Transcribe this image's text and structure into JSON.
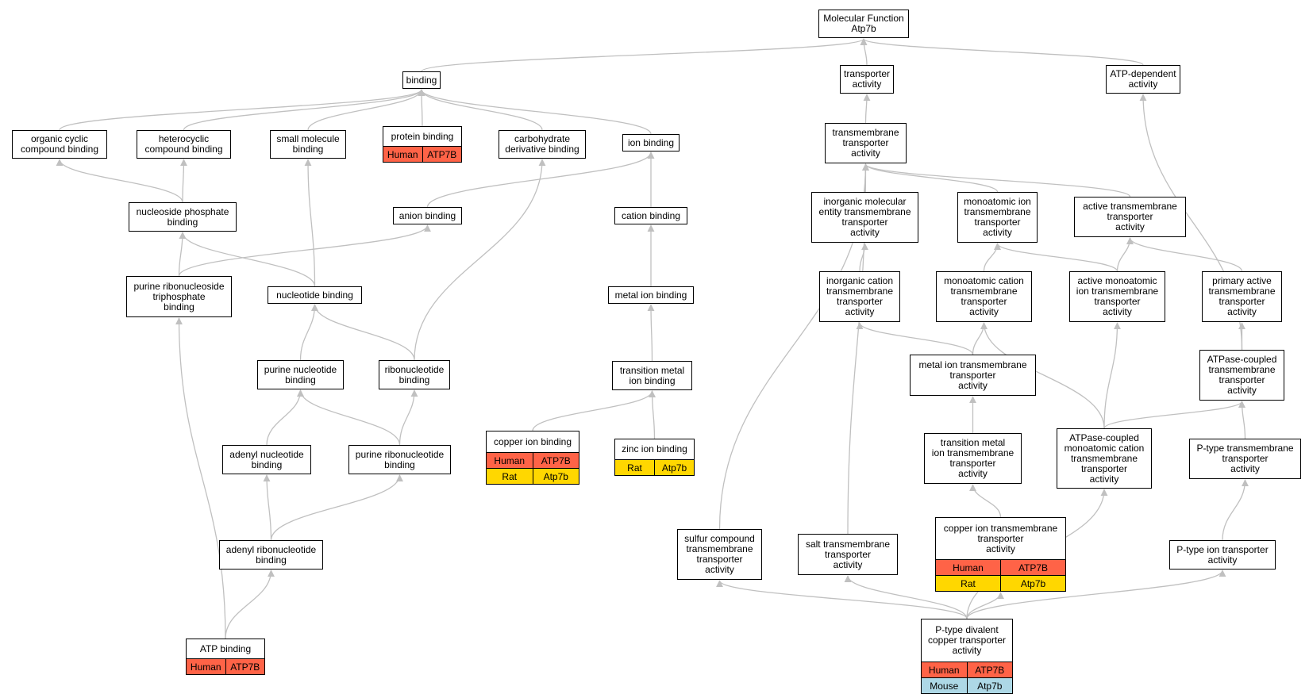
{
  "colors": {
    "edge": "#c0c0c0",
    "human": "#ff6347",
    "rat": "#ffd700",
    "mouse": "#add8e6"
  },
  "nodes": [
    {
      "id": "mf",
      "label": "Molecular Function\nAtp7b"
    },
    {
      "id": "binding",
      "label": "binding"
    },
    {
      "id": "transporter",
      "label": "transporter\nactivity"
    },
    {
      "id": "atpdep",
      "label": "ATP-dependent\nactivity"
    },
    {
      "id": "orgcyc",
      "label": "organic cyclic\ncompound binding"
    },
    {
      "id": "hetcyc",
      "label": "heterocyclic\ncompound binding"
    },
    {
      "id": "smallmol",
      "label": "small molecule\nbinding"
    },
    {
      "id": "protbind",
      "label": "protein binding",
      "rows": [
        [
          {
            "t": "Human",
            "c": "human"
          },
          {
            "t": "ATP7B",
            "c": "human"
          }
        ]
      ]
    },
    {
      "id": "carbo",
      "label": "carbohydrate\nderivative binding"
    },
    {
      "id": "ionbind",
      "label": "ion binding"
    },
    {
      "id": "tmtrans",
      "label": "transmembrane\ntransporter\nactivity"
    },
    {
      "id": "nucphos",
      "label": "nucleoside phosphate\nbinding"
    },
    {
      "id": "anion",
      "label": "anion binding"
    },
    {
      "id": "cation",
      "label": "cation binding"
    },
    {
      "id": "inorgmol",
      "label": "inorganic molecular\nentity transmembrane\ntransporter\nactivity"
    },
    {
      "id": "monoion",
      "label": "monoatomic ion\ntransmembrane\ntransporter\nactivity"
    },
    {
      "id": "activetm",
      "label": "active transmembrane\ntransporter\nactivity"
    },
    {
      "id": "purribotri",
      "label": "purine ribonucleoside\ntriphosphate\nbinding"
    },
    {
      "id": "nucbind",
      "label": "nucleotide binding"
    },
    {
      "id": "metalion",
      "label": "metal ion binding"
    },
    {
      "id": "inorgcat",
      "label": "inorganic cation\ntransmembrane\ntransporter\nactivity"
    },
    {
      "id": "monocat",
      "label": "monoatomic cation\ntransmembrane\ntransporter\nactivity"
    },
    {
      "id": "activemono",
      "label": "active monoatomic\nion transmembrane\ntransporter\nactivity"
    },
    {
      "id": "primact",
      "label": "primary active\ntransmembrane\ntransporter\nactivity"
    },
    {
      "id": "purnuc",
      "label": "purine nucleotide\nbinding"
    },
    {
      "id": "ribonuc",
      "label": "ribonucleotide\nbinding"
    },
    {
      "id": "transmetal",
      "label": "transition metal\nion binding"
    },
    {
      "id": "metaliontm",
      "label": "metal ion transmembrane\ntransporter\nactivity"
    },
    {
      "id": "atpasecoup",
      "label": "ATPase-coupled\ntransmembrane\ntransporter\nactivity"
    },
    {
      "id": "coppbind",
      "label": "copper ion binding",
      "rows": [
        [
          {
            "t": "Human",
            "c": "human"
          },
          {
            "t": "ATP7B",
            "c": "human"
          }
        ],
        [
          {
            "t": "Rat",
            "c": "rat"
          },
          {
            "t": "Atp7b",
            "c": "rat"
          }
        ]
      ]
    },
    {
      "id": "zincbind",
      "label": "zinc ion binding",
      "rows": [
        [
          {
            "t": "Rat",
            "c": "rat"
          },
          {
            "t": "Atp7b",
            "c": "rat"
          }
        ]
      ]
    },
    {
      "id": "adenylnuc",
      "label": "adenyl nucleotide\nbinding"
    },
    {
      "id": "purribonuc",
      "label": "purine ribonucleotide\nbinding"
    },
    {
      "id": "transmettm",
      "label": "transition metal\nion transmembrane\ntransporter\nactivity"
    },
    {
      "id": "atpmonocat",
      "label": "ATPase-coupled\nmonoatomic cation\ntransmembrane\ntransporter\nactivity"
    },
    {
      "id": "ptypetm",
      "label": "P-type transmembrane\ntransporter\nactivity"
    },
    {
      "id": "adenylribo",
      "label": "adenyl ribonucleotide\nbinding"
    },
    {
      "id": "sulfur",
      "label": "sulfur compound\ntransmembrane\ntransporter\nactivity"
    },
    {
      "id": "salt",
      "label": "salt transmembrane\ntransporter\nactivity"
    },
    {
      "id": "copptm",
      "label": "copper ion transmembrane\ntransporter\nactivity",
      "rows": [
        [
          {
            "t": "Human",
            "c": "human"
          },
          {
            "t": "ATP7B",
            "c": "human"
          }
        ],
        [
          {
            "t": "Rat",
            "c": "rat"
          },
          {
            "t": "Atp7b",
            "c": "rat"
          }
        ]
      ]
    },
    {
      "id": "ptypeion",
      "label": "P-type ion transporter\nactivity"
    },
    {
      "id": "atpbind",
      "label": "ATP binding",
      "rows": [
        [
          {
            "t": "Human",
            "c": "human"
          },
          {
            "t": "ATP7B",
            "c": "human"
          }
        ]
      ]
    },
    {
      "id": "ptypediv",
      "label": "P-type divalent\ncopper transporter\nactivity",
      "rows": [
        [
          {
            "t": "Human",
            "c": "human"
          },
          {
            "t": "ATP7B",
            "c": "human"
          }
        ],
        [
          {
            "t": "Mouse",
            "c": "mouse"
          },
          {
            "t": "Atp7b",
            "c": "mouse"
          }
        ]
      ]
    }
  ],
  "edges": [
    [
      "binding",
      "mf"
    ],
    [
      "transporter",
      "mf"
    ],
    [
      "atpdep",
      "mf"
    ],
    [
      "orgcyc",
      "binding"
    ],
    [
      "hetcyc",
      "binding"
    ],
    [
      "smallmol",
      "binding"
    ],
    [
      "protbind",
      "binding"
    ],
    [
      "carbo",
      "binding"
    ],
    [
      "ionbind",
      "binding"
    ],
    [
      "tmtrans",
      "transporter"
    ],
    [
      "nucphos",
      "orgcyc"
    ],
    [
      "nucphos",
      "hetcyc"
    ],
    [
      "anion",
      "ionbind"
    ],
    [
      "cation",
      "ionbind"
    ],
    [
      "inorgmol",
      "tmtrans"
    ],
    [
      "monoion",
      "tmtrans"
    ],
    [
      "activetm",
      "tmtrans"
    ],
    [
      "purribotri",
      "nucphos"
    ],
    [
      "purribotri",
      "anion"
    ],
    [
      "nucbind",
      "nucphos"
    ],
    [
      "nucbind",
      "smallmol"
    ],
    [
      "metalion",
      "cation"
    ],
    [
      "inorgcat",
      "inorgmol"
    ],
    [
      "monocat",
      "monoion"
    ],
    [
      "activemono",
      "monoion"
    ],
    [
      "activemono",
      "activetm"
    ],
    [
      "primact",
      "activetm"
    ],
    [
      "purnuc",
      "nucbind"
    ],
    [
      "ribonuc",
      "nucbind"
    ],
    [
      "ribonuc",
      "carbo"
    ],
    [
      "transmetal",
      "metalion"
    ],
    [
      "metaliontm",
      "inorgcat"
    ],
    [
      "metaliontm",
      "monocat"
    ],
    [
      "atpasecoup",
      "primact"
    ],
    [
      "atpasecoup",
      "atpdep"
    ],
    [
      "coppbind",
      "transmetal"
    ],
    [
      "zincbind",
      "transmetal"
    ],
    [
      "adenylnuc",
      "purnuc"
    ],
    [
      "purribonuc",
      "purnuc"
    ],
    [
      "purribonuc",
      "ribonuc"
    ],
    [
      "transmettm",
      "metaliontm"
    ],
    [
      "atpmonocat",
      "atpasecoup"
    ],
    [
      "atpmonocat",
      "monocat"
    ],
    [
      "atpmonocat",
      "activemono"
    ],
    [
      "ptypetm",
      "atpasecoup"
    ],
    [
      "adenylribo",
      "adenylnuc"
    ],
    [
      "adenylribo",
      "purribonuc"
    ],
    [
      "sulfur",
      "tmtrans"
    ],
    [
      "salt",
      "tmtrans"
    ],
    [
      "copptm",
      "transmettm"
    ],
    [
      "ptypeion",
      "ptypetm"
    ],
    [
      "atpbind",
      "purribotri"
    ],
    [
      "atpbind",
      "adenylribo"
    ],
    [
      "ptypediv",
      "sulfur"
    ],
    [
      "ptypediv",
      "salt"
    ],
    [
      "ptypediv",
      "copptm"
    ],
    [
      "ptypediv",
      "atpmonocat"
    ],
    [
      "ptypediv",
      "ptypeion"
    ]
  ]
}
